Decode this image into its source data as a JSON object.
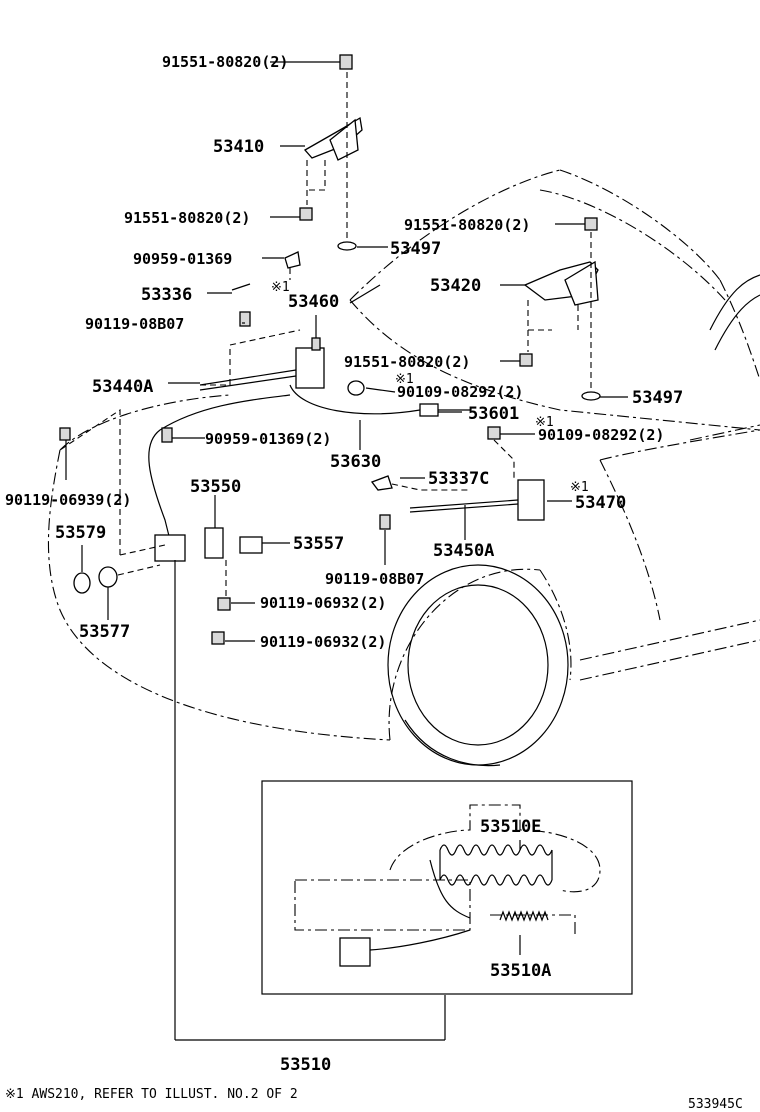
{
  "labels": {
    "p91551_80820_top": "91551-80820(2)",
    "p53410": "53410",
    "p91551_80820_left": "91551-80820(2)",
    "p53497_left": "53497",
    "p91551_80820_right": "91551-80820(2)",
    "p90959_01369": "90959-01369",
    "p53420": "53420",
    "p53336": "53336",
    "p53460": "53460",
    "p90119_08B07_top": "90119-08B07",
    "p91551_80820_mid": "91551-80820(2)",
    "p53440A": "53440A",
    "p90109_08292_a": "90109-08292(2)",
    "p53497_right": "53497",
    "p53601": "53601",
    "p90109_08292_b": "90109-08292(2)",
    "p90959_01369_2": "90959-01369(2)",
    "p53630": "53630",
    "p53337C": "53337C",
    "p90119_06939": "90119-06939(2)",
    "p53470": "53470",
    "p53550": "53550",
    "p53579": "53579",
    "p53557": "53557",
    "p53450A": "53450A",
    "p90119_08B07_bot": "90119-08B07",
    "p90119_06932_a": "90119-06932(2)",
    "p53577": "53577",
    "p90119_06932_b": "90119-06932(2)",
    "p53510E": "53510E",
    "p53510A": "53510A",
    "p53510": "53510",
    "mark1": "※1",
    "mark2": "※1",
    "mark3": "※1",
    "mark4": "※1",
    "mark5": "※1"
  },
  "footnote": "※1 AWS210, REFER TO ILLUST. NO.2 OF 2",
  "figure_code": "533945C"
}
